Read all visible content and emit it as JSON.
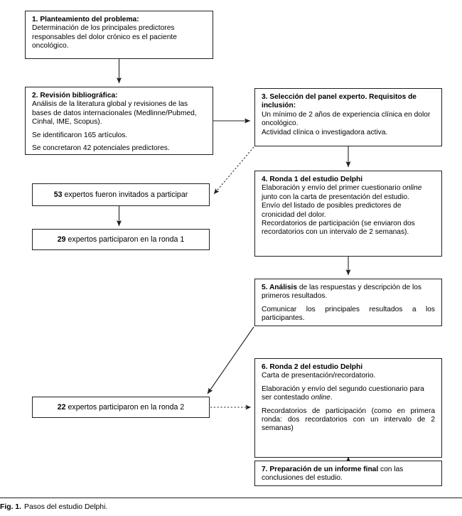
{
  "figure": {
    "number": "Fig. 1.",
    "caption": "Pasos del estudio Delphi."
  },
  "nodes": {
    "step1": {
      "title": "1. Planteamiento del problema:",
      "body1": "Determinación de los principales predictores responsables del dolor crónico es el paciente oncológico."
    },
    "step2": {
      "title": "2. Revisión bibliográfica:",
      "body1": "Análisis de la literatura global y revisiones de las bases de datos internacionales (Medlinne/Pubmed, Cinhal, IME, Scopus).",
      "body2": "Se identificaron 165 artículos.",
      "body3": "Se concretaron 42 potenciales predictores."
    },
    "step3": {
      "title": "3. Selección del panel experto. Requisitos de inclusión:",
      "body1": "Un mínimo de 2 años de experiencia clínica en dolor oncológico.",
      "body2": "Actividad clínica o investigadora activa."
    },
    "step4": {
      "title": "4. Ronda 1 del estudio Delphi",
      "body1_pre": "Elaboración y envío del primer cuestionario ",
      "body1_ital": "online",
      "body1_post": " junto con la carta de presentación del estudio.",
      "body2": "Envío del listado de posibles predictores de cronicidad del dolor.",
      "body3": "Recordatorios de participación (se enviaron dos recordatorios con un intervalo de 2 semanas)."
    },
    "step5": {
      "title": "5. Análisis",
      "title_rest": " de las respuestas y descripción de los primeros resultados.",
      "body1": "Comunicar los principales resultados a los participantes."
    },
    "step6": {
      "title": "6. Ronda 2 del estudio Delphi",
      "body1": "Carta de presentación/recordatorio.",
      "body2_pre": "Elaboración y envío del segundo cuestionario para ser contestado ",
      "body2_ital": "online",
      "body2_post": ".",
      "body3": "Recordatorios de participación (como en primera ronda: dos recordatorios con un intervalo de 2 semanas)"
    },
    "step7": {
      "title": "7. Preparación de un informe final",
      "title_rest": " con las conclusiones del estudio."
    },
    "invited": {
      "count": "53",
      "label": "expertos fueron invitados a participar"
    },
    "round1": {
      "count": "29",
      "label": "expertos participaron en la ronda 1"
    },
    "round2": {
      "count": "22",
      "label": "expertos participaron en la ronda 2"
    }
  },
  "colors": {
    "line": "#231f20",
    "box_border": "#231f20",
    "background": "#ffffff",
    "text": "#000000"
  },
  "connectors": [
    {
      "name": "step1-to-step2",
      "style": "solid",
      "direction": "down"
    },
    {
      "name": "step2-to-step3",
      "style": "solid",
      "direction": "right"
    },
    {
      "name": "step3-to-invited",
      "style": "dotted",
      "direction": "diagonal-down-left"
    },
    {
      "name": "step3-to-step4",
      "style": "solid",
      "direction": "down"
    },
    {
      "name": "invited-to-round1",
      "style": "solid",
      "direction": "down"
    },
    {
      "name": "step4-to-step5",
      "style": "solid",
      "direction": "down"
    },
    {
      "name": "step5-to-round2",
      "style": "solid",
      "direction": "diagonal-down-left"
    },
    {
      "name": "round2-to-step6",
      "style": "dotted",
      "direction": "right"
    },
    {
      "name": "step6-to-step7",
      "style": "solid",
      "direction": "down"
    }
  ]
}
